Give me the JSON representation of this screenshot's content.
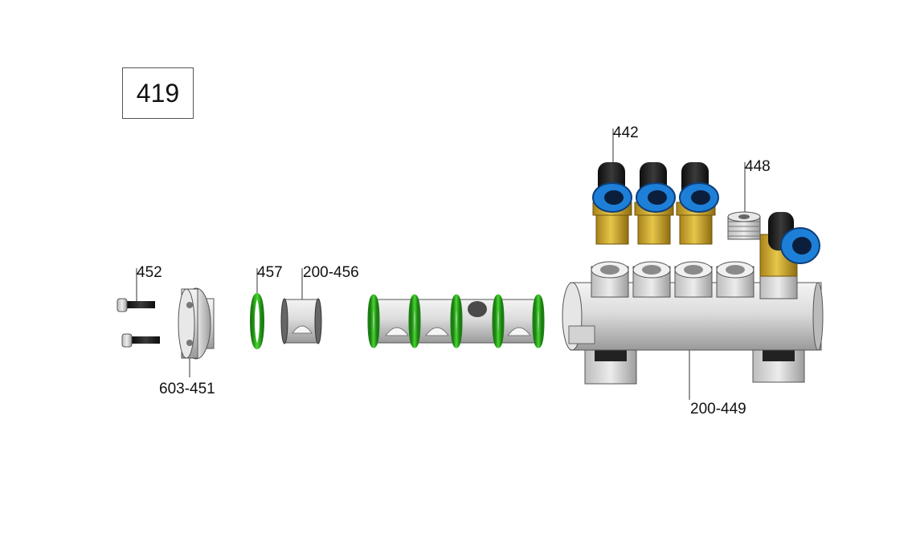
{
  "assembly_number": "419",
  "callouts": {
    "fitting_elbow": "442",
    "plug": "448",
    "screw": "452",
    "oring": "457",
    "spool_sleeve": "200-456",
    "end_cap": "603-451",
    "manifold_body": "200-449"
  },
  "colors": {
    "oring_green": "#2fb51f",
    "fitting_blue": "#1e7fd8",
    "brass": "#c8a428",
    "body_grey": "#d9d9d9",
    "black_fitting": "#1a1a1a"
  }
}
